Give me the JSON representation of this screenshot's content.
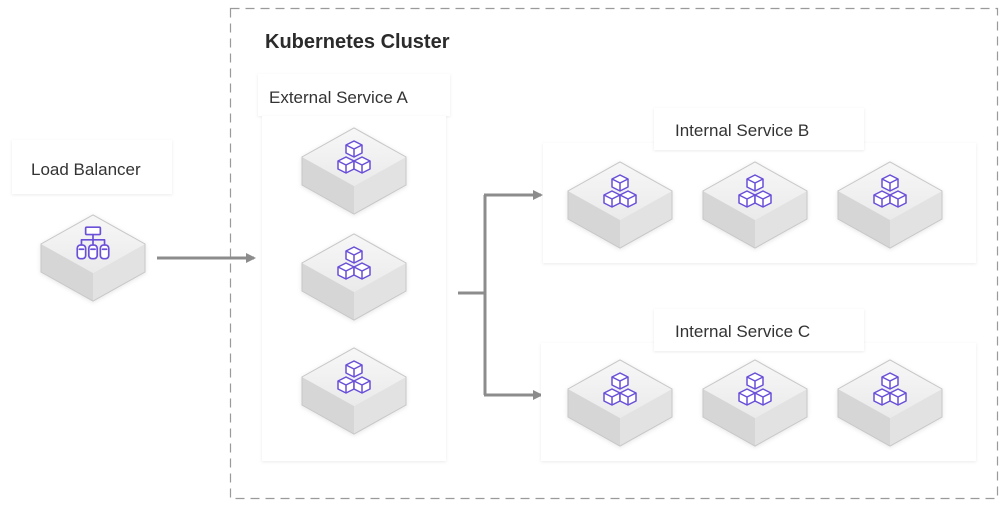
{
  "diagram": {
    "cluster": {
      "title": "Kubernetes Cluster"
    },
    "load_balancer": {
      "label": "Load Balancer",
      "icon": "network-hierarchy-icon"
    },
    "external_service": {
      "label": "External Service A",
      "pod_count": 3,
      "icon": "cubes-icon"
    },
    "internal_service_b": {
      "label": "Internal Service B",
      "pod_count": 3,
      "icon": "cubes-icon"
    },
    "internal_service_c": {
      "label": "Internal Service C",
      "pod_count": 3,
      "icon": "cubes-icon"
    },
    "colors": {
      "icon": "#6b4fd8",
      "connector": "#8c8c8c",
      "cluster_border": "#9a9a9a",
      "panel_border": "#ececec",
      "label_text": "#333333"
    }
  }
}
